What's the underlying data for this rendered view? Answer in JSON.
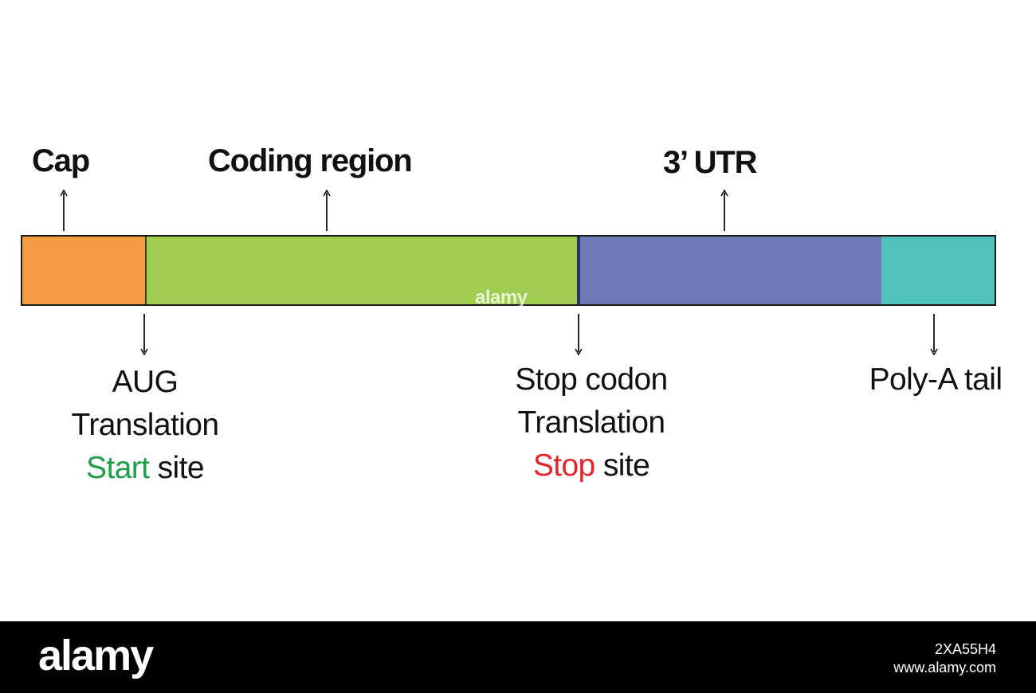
{
  "regions": {
    "cap": {
      "label": "Cap",
      "color": "#f79a44"
    },
    "coding": {
      "label": "Coding region",
      "color": "#a0cd4f"
    },
    "utr": {
      "label": "3’ UTR",
      "color": "#6c79b6"
    },
    "polya": {
      "color": "#50c2ba"
    }
  },
  "sites": {
    "start": {
      "line1": "AUG",
      "line2": "Translation",
      "highlight": "Start",
      "highlight_color": "#1f9e48",
      "suffix": " site"
    },
    "stop": {
      "line1": "Stop codon",
      "line2": "Translation",
      "highlight": "Stop",
      "highlight_color": "#e0252b",
      "suffix": " site"
    },
    "polya": {
      "line1": "Poly-A tail"
    }
  },
  "watermark": {
    "logo": "alamy",
    "image_id": "2XA55H4",
    "site": "www.alamy.com",
    "bar_text": "alamy"
  }
}
